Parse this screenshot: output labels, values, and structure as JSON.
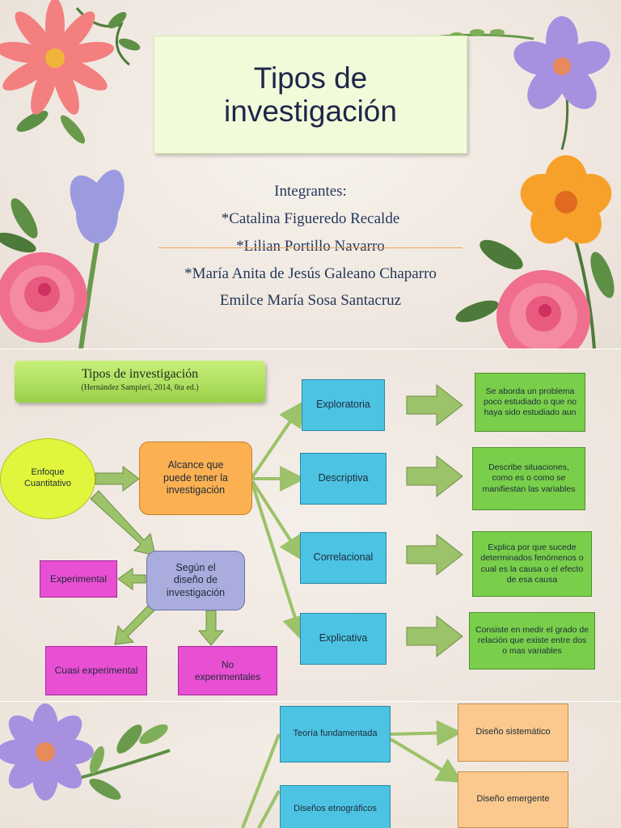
{
  "slide1": {
    "title": "Tipos de\ninvestigación",
    "integrantes_label": "Integrantes:",
    "members": [
      "*Catalina Figueredo Recalde",
      "*Lilian Portillo Navarro",
      "*María Anita de Jesús Galeano Chaparro",
      "Emilce María Sosa Santacruz"
    ]
  },
  "slide2": {
    "banner_title": "Tipos de investigación",
    "banner_subtitle": "(Hernández Sampieri, 2014, 6ta ed.)",
    "enfoque": "Enfoque\nCuantitativo",
    "alcance": "Alcance que\npuede tener la\ninvestigación",
    "segun": "Según el\ndiseño de\ninvestigación",
    "experimental": "Experimental",
    "cuasi": "Cuasi experimental",
    "no_exp": "No\nexperimentales",
    "types": [
      {
        "label": "Exploratoria",
        "desc": "Se aborda un problema poco estudiado o que no haya sido estudiado aun"
      },
      {
        "label": "Descriptiva",
        "desc": "Describe situaciones, como es o como se manifiestan las variables"
      },
      {
        "label": "Correlacional",
        "desc": "Explica por que sucede determinados fenómenos o cual es la causa o el efecto de esa causa"
      },
      {
        "label": "Explicativa",
        "desc": "Consiste en medir el grado de relación que existe entre dos o mas variables"
      }
    ]
  },
  "slide3": {
    "teoria": "Teoría fundamentada",
    "etnograficos": "Diseños etnográficos",
    "sistematico": "Diseño sistemático",
    "emergente": "Diseño emergente"
  },
  "colors": {
    "blue_box": "#4dc3e3",
    "green_box": "#79cf4a",
    "magenta_box": "#e94fd3",
    "peach_box": "#fbc98d",
    "yellow_circle": "#e1f53c",
    "arrow_green": "#9cc26a"
  }
}
